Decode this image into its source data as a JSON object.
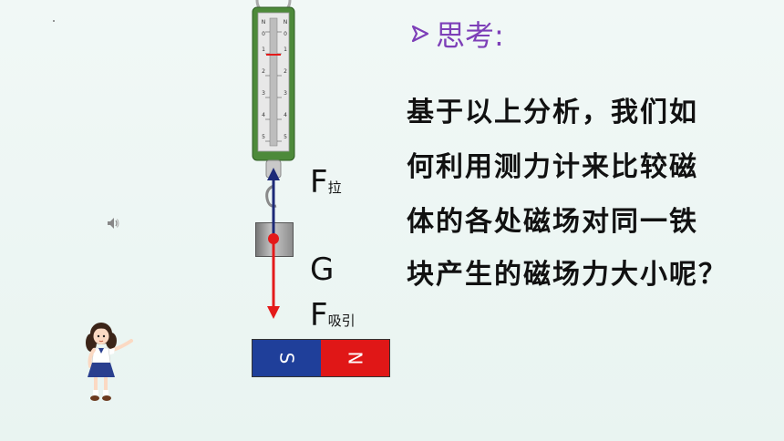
{
  "heading": "思考:",
  "question_lines": [
    "基于以上分析，我们如",
    "何利用测力计来比较磁",
    "体的各处磁场对同一铁",
    "块产生的磁场力大小呢？"
  ],
  "forces": {
    "pull_main": "F",
    "pull_sub": "拉",
    "gravity": "G",
    "attract_main": "F",
    "attract_sub": "吸引"
  },
  "magnet": {
    "south": "S",
    "north": "N"
  },
  "scale": {
    "left_ticks": [
      "N",
      "0",
      "1",
      "2",
      "3",
      "4",
      "5"
    ],
    "right_ticks": [
      "N",
      "0",
      "1",
      "2",
      "3",
      "4",
      "5"
    ]
  },
  "colors": {
    "heading": "#7d3fb8",
    "scale_frame": "#4d8a3a",
    "magnet_s": "#1f3f9a",
    "magnet_n": "#e01717",
    "pull_arrow": "#1d2a78",
    "attract_arrow": "#e41a1a"
  }
}
